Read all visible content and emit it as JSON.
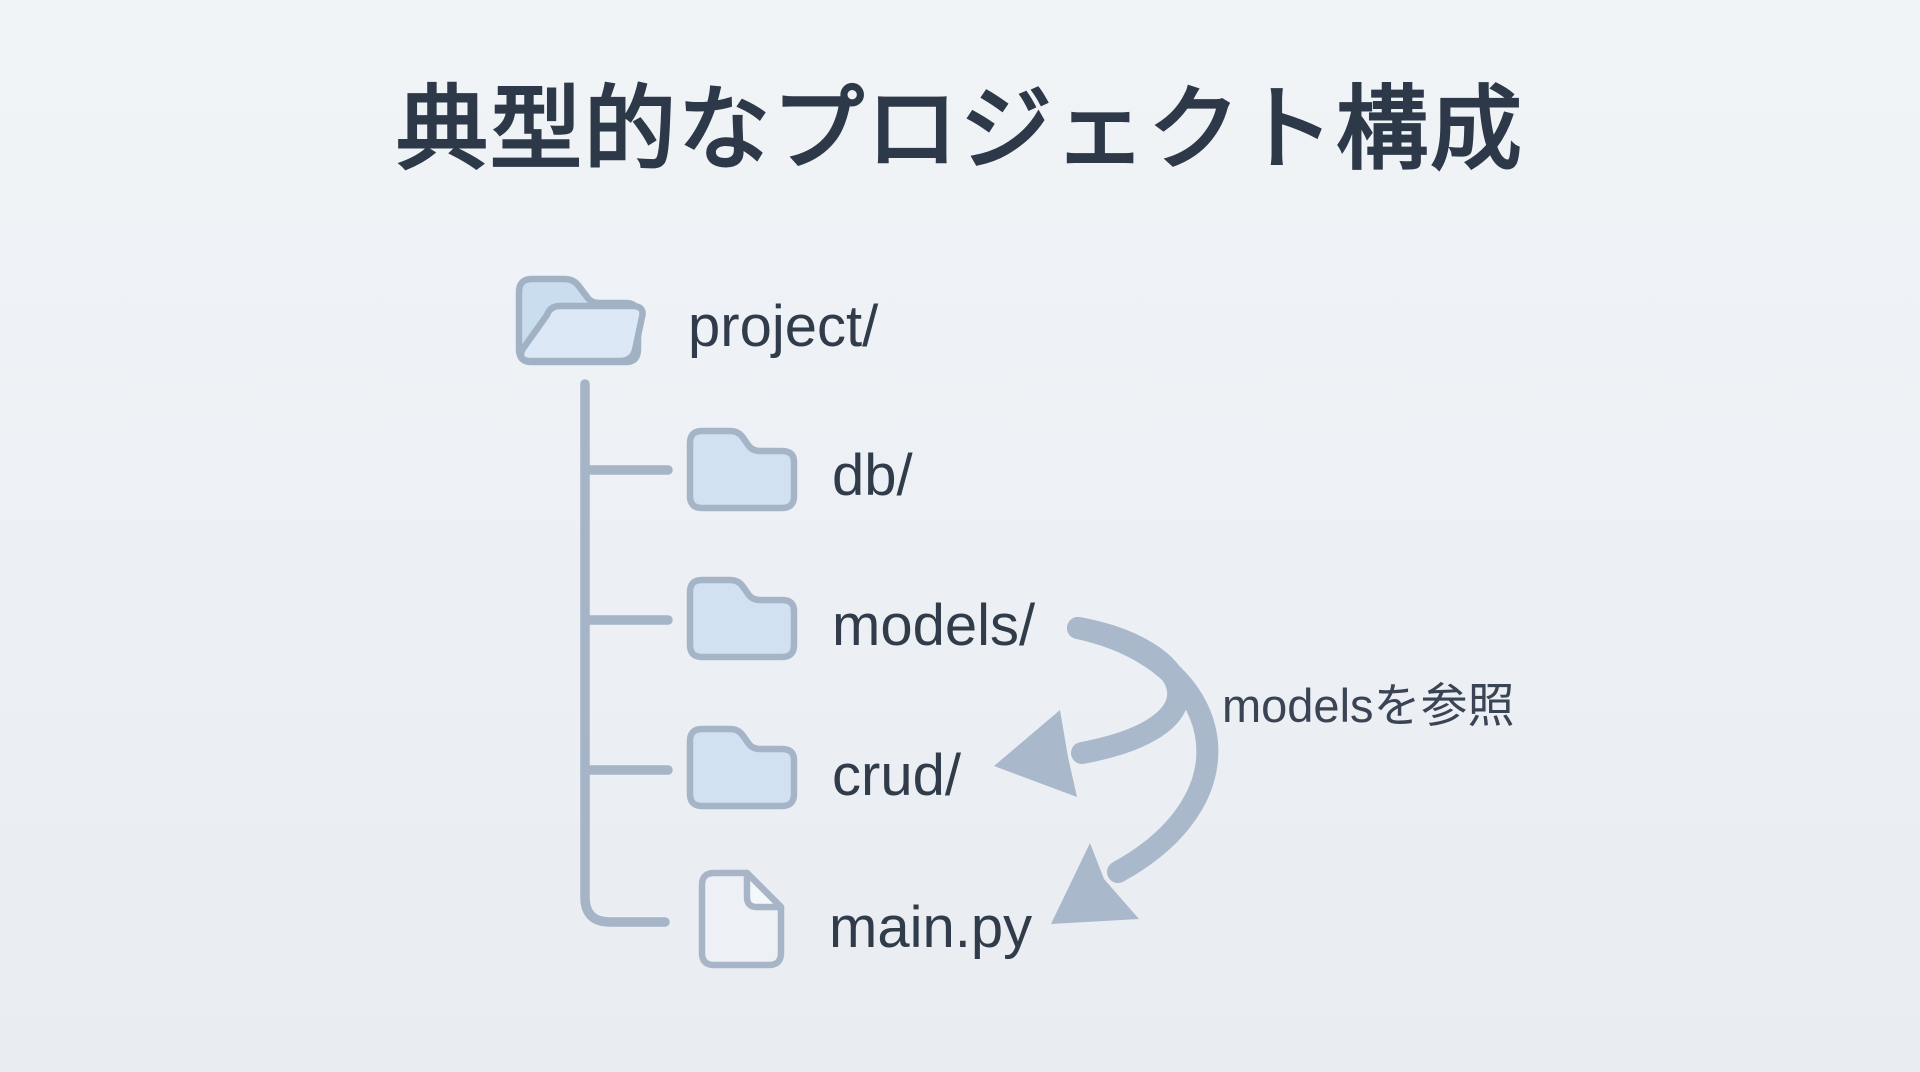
{
  "title": "典型的なプロジェクト構成",
  "tree": {
    "root": {
      "label": "project/",
      "icon": "folder-open-icon"
    },
    "children": [
      {
        "label": "db/",
        "icon": "folder-icon"
      },
      {
        "label": "models/",
        "icon": "folder-icon"
      },
      {
        "label": "crud/",
        "icon": "folder-icon"
      },
      {
        "label": "main.py",
        "icon": "file-icon"
      }
    ]
  },
  "annotation": {
    "label": "modelsを参照",
    "arrow_from": "models/",
    "arrow_to": [
      "crud/",
      "main.py"
    ]
  },
  "colors": {
    "background": "#edf1f5",
    "title_text": "#2d3948",
    "label_text": "#313c4b",
    "annotation_text": "#3a4454",
    "folder_fill": "#d1e1f2",
    "folder_open_back_fill": "#caddef",
    "folder_open_flap_fill": "#dce8f5",
    "file_fill": "#edf0f4",
    "file_fold_fill": "#f5f8fb",
    "icon_stroke": "#a5b4c6",
    "tree_line": "#a5b4c6",
    "arrow": "#a9b8ca"
  }
}
